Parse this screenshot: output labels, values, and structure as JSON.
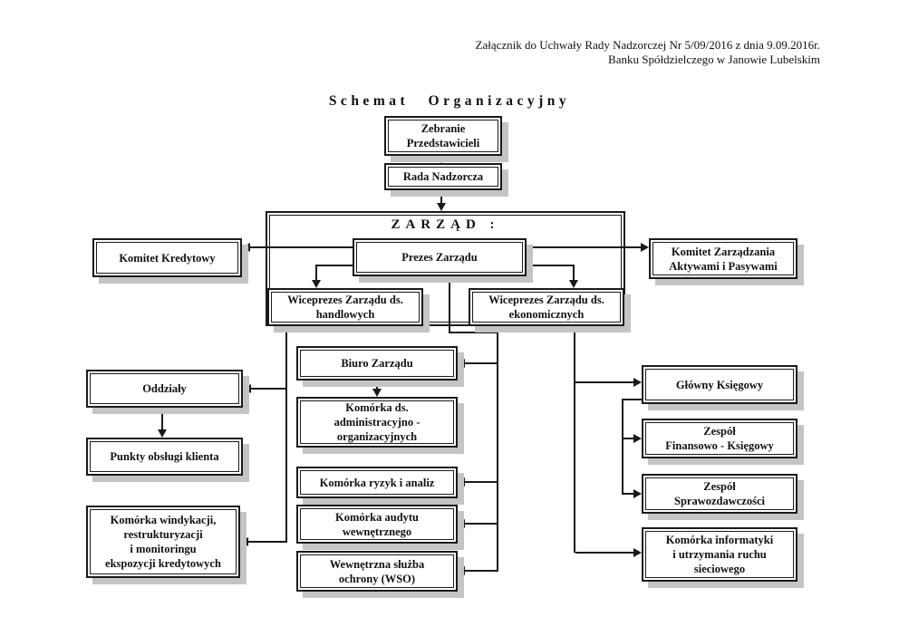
{
  "page": {
    "attachment_line1": "Załącznik do Uchwały Rady Nadzorczej Nr 5/09/2016 z dnia 9.09.2016r.",
    "attachment_line2": "Banku Spółdzielczego w Janowie Lubelskim",
    "title": "Schemat Organizacyjny"
  },
  "nodes": {
    "zebranie": {
      "lines": [
        "Zebranie",
        "Przedstawicieli"
      ]
    },
    "rada": {
      "lines": [
        "Rada Nadzorcza"
      ]
    },
    "zarzad": {
      "label": "ZARZĄD :"
    },
    "prezes": {
      "lines": [
        "Prezes Zarządu"
      ]
    },
    "komitet_kredytowy": {
      "lines": [
        "Komitet Kredytowy"
      ]
    },
    "komitet_zarzadzania": {
      "lines": [
        "Komitet Zarządzania",
        "Aktywami i Pasywami"
      ]
    },
    "wiceprezes_handlowy": {
      "lines": [
        "Wiceprezes Zarządu ds.",
        "handlowych"
      ]
    },
    "wiceprezes_ekonomiczny": {
      "lines": [
        "Wiceprezes Zarządu ds.",
        "ekonomicznych"
      ]
    },
    "biuro_zarzadu": {
      "lines": [
        "Biuro Zarządu"
      ]
    },
    "komorka_adm": {
      "lines": [
        "Komórka ds.",
        "administracyjno -",
        "organizacyjnych"
      ]
    },
    "komorka_ryzyk": {
      "lines": [
        "Komórka ryzyk i analiz"
      ]
    },
    "komorka_audytu": {
      "lines": [
        "Komórka audytu",
        "wewnętrznego"
      ]
    },
    "wso": {
      "lines": [
        "Wewnętrzna służba",
        "ochrony (WSO)"
      ]
    },
    "oddzialy": {
      "lines": [
        "Oddziały"
      ]
    },
    "punkty": {
      "lines": [
        "Punkty obsługi klienta"
      ]
    },
    "komorka_windykacji": {
      "lines": [
        "Komórka windykacji,",
        "restrukturyzacji",
        "i monitoringu",
        "ekspozycji kredytowych"
      ]
    },
    "glowny_ksiegowy": {
      "lines": [
        "Główny Księgowy"
      ]
    },
    "zespol_finansowo": {
      "lines": [
        "Zespół",
        "Finansowo - Księgowy"
      ]
    },
    "zespol_sprawozdawczosci": {
      "lines": [
        "Zespół",
        "Sprawozdawczości"
      ]
    },
    "komorka_informatyki": {
      "lines": [
        "Komórka informatyki",
        "i utrzymania ruchu",
        "sieciowego"
      ]
    }
  },
  "colors": {
    "line": "#1a1a1a",
    "shadow": "#c4c4c4",
    "box_bg": "#ffffff"
  }
}
